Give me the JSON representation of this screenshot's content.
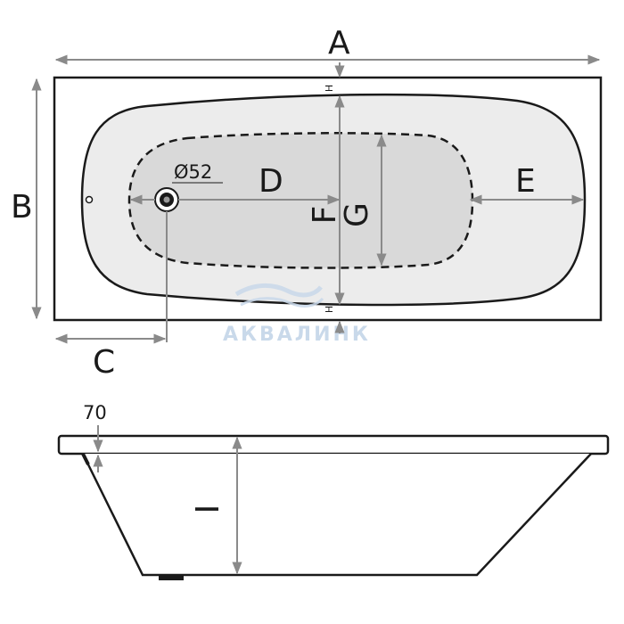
{
  "labels": {
    "length": "A",
    "width": "B",
    "drain_offset": "C",
    "inner_length_left": "D",
    "inner_length_right": "E",
    "inner_width": "F",
    "bottom_width": "G",
    "rim_top": "H",
    "rim_bottom": "H",
    "height": "I",
    "drain_diameter": "Ø52",
    "rim_thickness": "70"
  },
  "watermark": {
    "text": "АКВАЛИНК"
  },
  "colors": {
    "outline": "#1a1a1a",
    "inner_basin": "#ececec",
    "bottom_area": "#d9d9d9",
    "dimension": "#8a8a8a",
    "watermark": "#c9d9ea"
  }
}
